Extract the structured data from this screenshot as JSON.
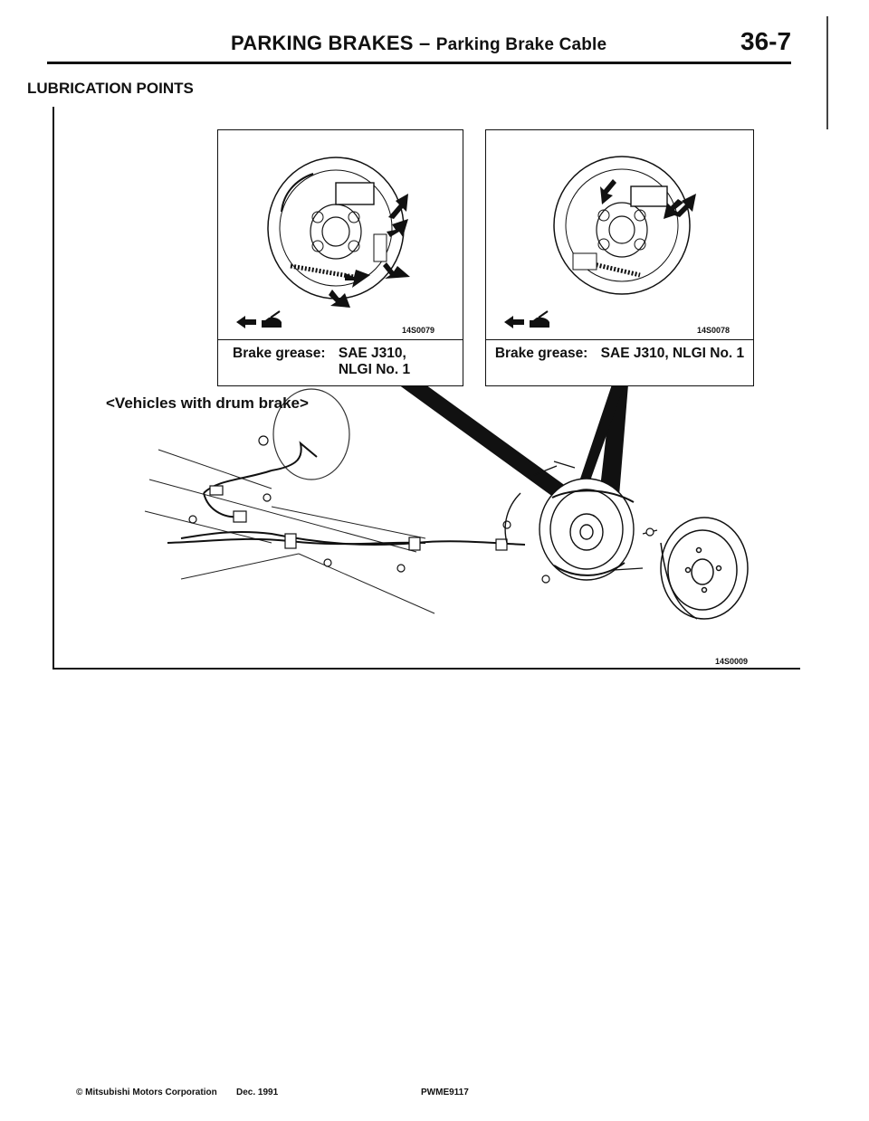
{
  "header": {
    "title_main": "PARKING BRAKES",
    "title_sep": " – ",
    "title_sub": "Parking Brake Cable",
    "page_number": "36-7"
  },
  "section_title": "LUBRICATION POINTS",
  "insets": [
    {
      "figure_number": "14S0079",
      "grease_label": "Brake grease:",
      "grease_spec_line1": "SAE J310,",
      "grease_spec_line2": "NLGI No. 1"
    },
    {
      "figure_number": "14S0078",
      "grease_label": "Brake grease:",
      "grease_spec_line1": "SAE J310, NLGI No. 1"
    }
  ],
  "main_figure": {
    "caption": "<Vehicles with drum brake>",
    "figure_number": "14S0009"
  },
  "footer": {
    "copyright": "© Mitsubishi Motors Corporation",
    "date": "Dec. 1991",
    "doc_code": "PWME9117"
  }
}
